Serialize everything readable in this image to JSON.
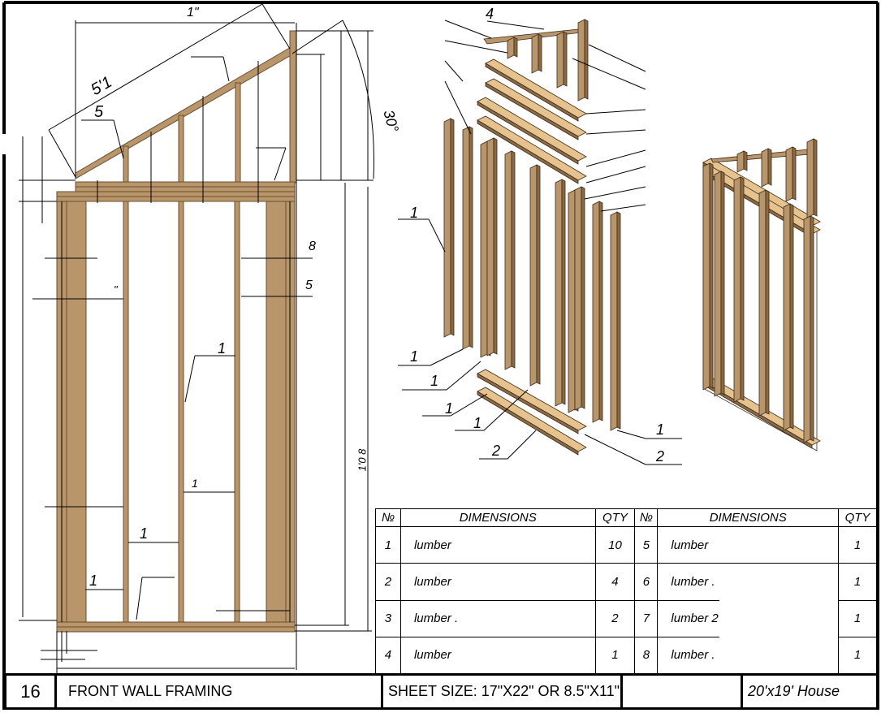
{
  "drawing": {
    "front_elevation_labels": {
      "top_width": "1\"",
      "rafter_length": "5'1",
      "callout_top": "5",
      "angle": "30°",
      "right_callout_upper": "8",
      "right_callout_lower": "5",
      "stud_callout": "1",
      "spacing_mid": "1",
      "spacing_lower": "1",
      "spacing_upper": "1",
      "inch_mark": "\"",
      "height_dim": "1'0 8"
    },
    "exploded_labels": {
      "top_callout": "4",
      "left_1a": "1",
      "left_1b": "1",
      "left_1c": "1",
      "left_1d": "1",
      "left_1e": "1",
      "bottom_2a": "2",
      "right_1": "1",
      "right_2": "2"
    },
    "colors": {
      "wood": "#b8956a",
      "wood_dark": "#8c6a44",
      "wood_light": "#e6c38e",
      "line": "#000000"
    }
  },
  "parts_table": {
    "headers": [
      "№",
      "DIMENSIONS",
      "QTY",
      "№",
      "DIMENSIONS",
      "QTY"
    ],
    "rows": [
      {
        "no1": "1",
        "dim1": "lumber",
        "qty1": "10",
        "no2": "5",
        "dim2": "lumber",
        "qty2": "1"
      },
      {
        "no1": "2",
        "dim1": "lumber",
        "qty1": "4",
        "no2": "6",
        "dim2": "lumber .",
        "qty2": "1"
      },
      {
        "no1": "3",
        "dim1": "lumber .",
        "qty1": "2",
        "no2": "7",
        "dim2": "lumber 2",
        "qty2": "1"
      },
      {
        "no1": "4",
        "dim1": "lumber",
        "qty1": "1",
        "no2": "8",
        "dim2": "lumber .",
        "qty2": "1"
      }
    ]
  },
  "title_block": {
    "sheet_number": "16",
    "sheet_title": "FRONT WALL FRAMING",
    "sheet_size": "SHEET SIZE: 17\"X22\" OR 8.5\"X11\"",
    "project": "20'x19' House"
  }
}
